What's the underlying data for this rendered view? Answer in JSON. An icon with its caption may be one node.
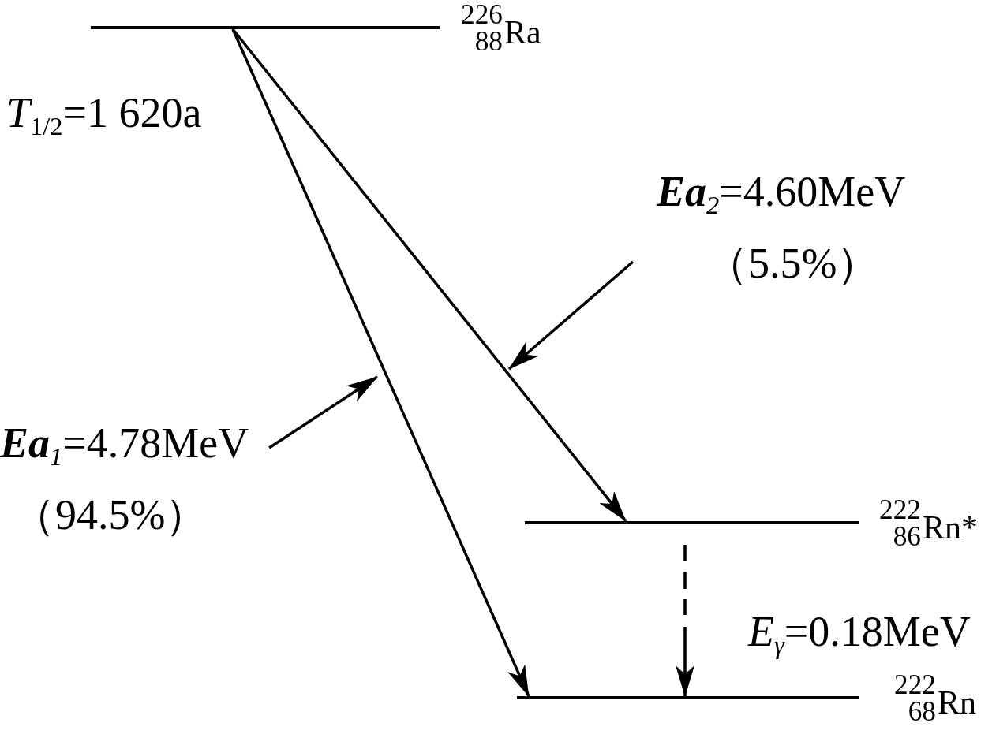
{
  "diagram": {
    "nodes": [
      {
        "text": [],
        "shape": "bar",
        "beside": [
          "$^{226}$$_{88}$Ra",
          "*T*$_{1/2}$=1 620a"
        ]
      },
      {
        "text": [
          "**Ea**$_{2}$=4.60MeV",
          "（5.5%）"
        ]
      },
      {
        "text": [
          "**Ea**$_{1}$=4.78MeV",
          "（94.5%）"
        ]
      },
      {
        "text": [],
        "shape": "bar",
        "beside": [
          "$^{222}$$_{86}$Rn*"
        ]
      },
      {
        "text": [],
        "shape": "bar",
        "beside": [
          "$^{222}$$_{68}$Rn"
        ]
      }
    ],
    "edges": [
      {
        "from": 0,
        "to": 4,
        "arrow": "to"
      },
      {
        "from": 0,
        "to": 3,
        "arrow": "to"
      },
      {
        "from": 3,
        "to": 4,
        "arrow": "to",
        "style": "dashed",
        "label": "*E*$_{γ}$=0.18MeV"
      },
      {
        "from": 2,
        "to": null,
        "arrow": "to"
      },
      {
        "from": 1,
        "to": null,
        "arrow": "to"
      }
    ]
  }
}
